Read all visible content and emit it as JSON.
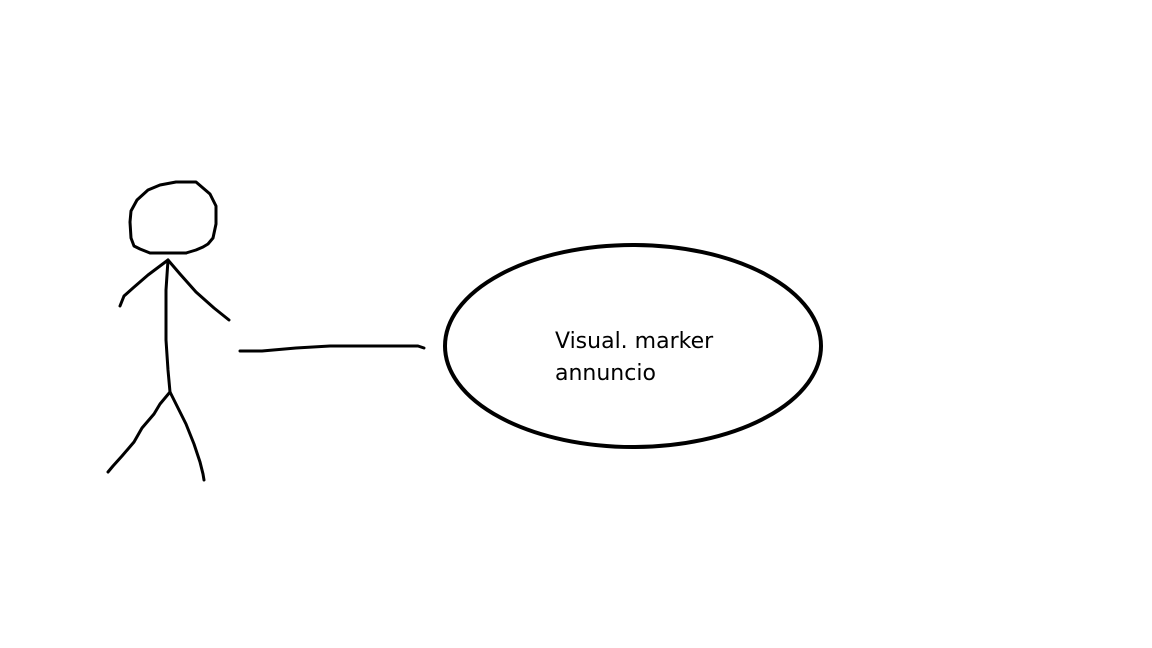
{
  "diagram": {
    "type": "use-case",
    "ink_color": "#000000",
    "background": "#ffffff",
    "actor": {
      "label": ""
    },
    "use_case": {
      "label_lines": [
        "Visual. marker",
        "annuncio"
      ]
    }
  }
}
